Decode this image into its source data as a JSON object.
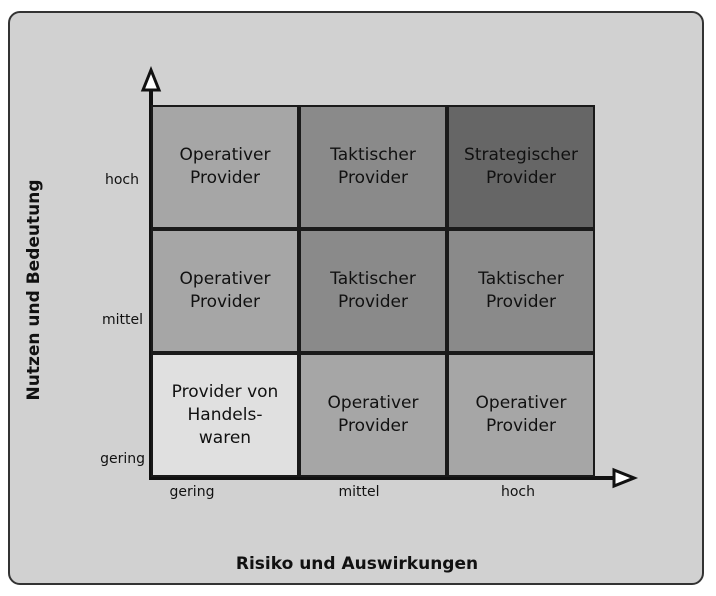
{
  "y_axis": {
    "title": "Nutzen und Bedeutung",
    "ticks": [
      "hoch",
      "mittel",
      "gering"
    ]
  },
  "x_axis": {
    "title": "Risiko und Auswirkungen",
    "ticks": [
      "gering",
      "mittel",
      "hoch"
    ]
  },
  "matrix": {
    "rows": [
      [
        {
          "label": "Operativer\nProvider",
          "color": "#a6a6a6"
        },
        {
          "label": "Taktischer\nProvider",
          "color": "#8a8a8a"
        },
        {
          "label": "Strategischer\nProvider",
          "color": "#666666"
        }
      ],
      [
        {
          "label": "Operativer\nProvider",
          "color": "#a6a6a6"
        },
        {
          "label": "Taktischer\nProvider",
          "color": "#8a8a8a"
        },
        {
          "label": "Taktischer\nProvider",
          "color": "#8a8a8a"
        }
      ],
      [
        {
          "label": "Provider von\nHandels-\nwaren",
          "color": "#e0e0e0"
        },
        {
          "label": "Operativer\nProvider",
          "color": "#a6a6a6"
        },
        {
          "label": "Operativer\nProvider",
          "color": "#a6a6a6"
        }
      ]
    ]
  }
}
